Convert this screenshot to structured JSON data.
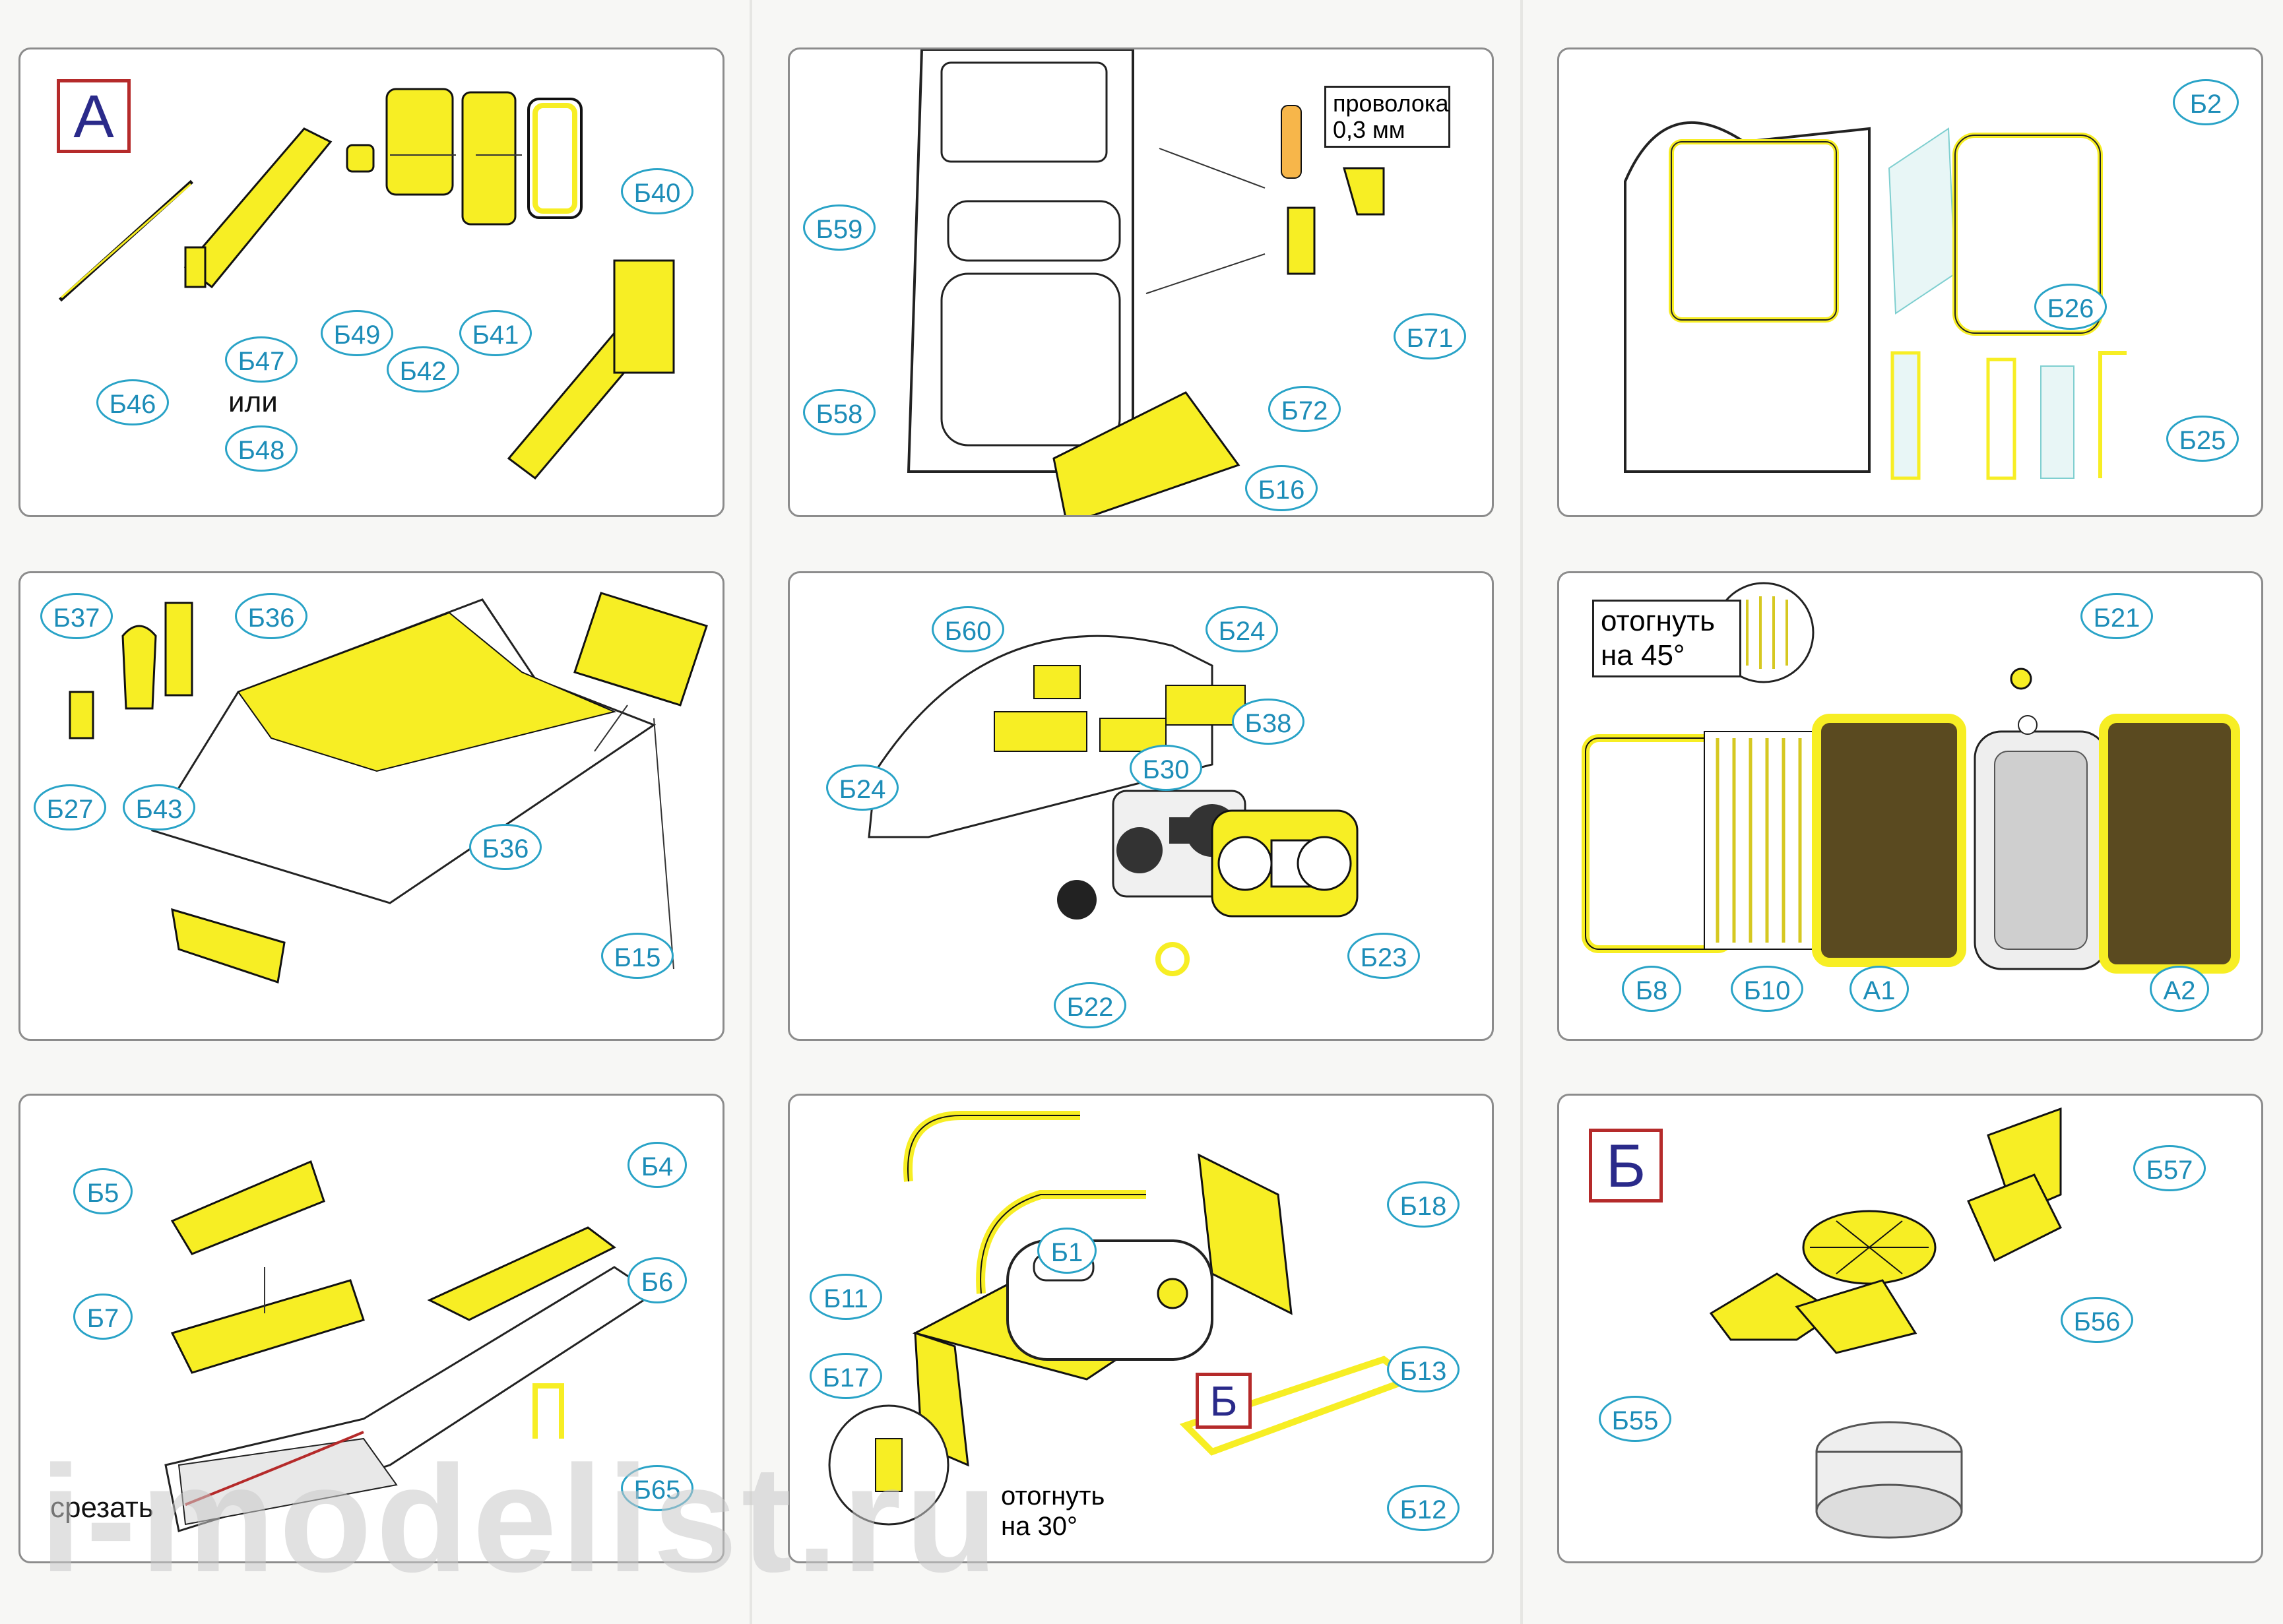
{
  "colors": {
    "part_yellow": "#f7ee24",
    "label_blue": "#29a3c7",
    "frame_red": "#b52a2a"
  },
  "panels": {
    "p1": {
      "letter": "А",
      "labels": [
        "Б40",
        "Б49",
        "Б42",
        "Б41",
        "Б46",
        "Б47",
        "Б48"
      ],
      "or_text": "или"
    },
    "p2": {
      "wire_note": "проволока 0,3 мм",
      "labels": [
        "Б59",
        "Б58",
        "Б71",
        "Б72",
        "Б16"
      ]
    },
    "p3": {
      "labels": [
        "Б2",
        "Б26",
        "Б25"
      ]
    },
    "p4": {
      "labels": [
        "Б37",
        "Б36",
        "Б27",
        "Б43",
        "Б36",
        "Б15"
      ]
    },
    "p5": {
      "labels": [
        "Б60",
        "Б24",
        "Б38",
        "Б30",
        "Б24",
        "Б23",
        "Б22"
      ]
    },
    "p6": {
      "bend_note": "отогнуть на 45°",
      "labels": [
        "Б21",
        "Б8",
        "Б10",
        "А1",
        "А2"
      ]
    },
    "p7": {
      "cut_note": "срезать",
      "labels": [
        "Б4",
        "Б5",
        "Б6",
        "Б7",
        "Б65"
      ]
    },
    "p8": {
      "bend_note": "отогнуть на 30°",
      "letter": "Б",
      "labels": [
        "Б1",
        "Б18",
        "Б11",
        "Б17",
        "Б13",
        "Б12"
      ]
    },
    "p9": {
      "letter": "Б",
      "labels": [
        "Б57",
        "Б56",
        "Б55"
      ]
    }
  },
  "watermark": "i-modelist.ru"
}
